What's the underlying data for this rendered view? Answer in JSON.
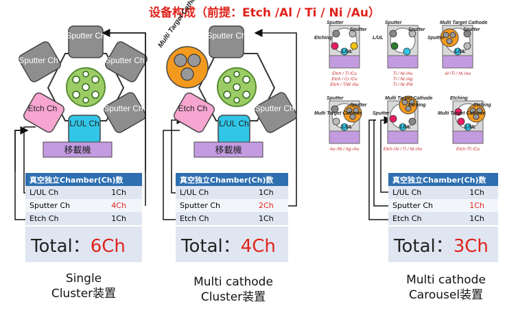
{
  "title": "设备构成（前提：Etch /Al / Ti / Ni /Au）",
  "panels": [
    {
      "labels": {
        "sputter_top": "Sputter Ch",
        "sputter_left": "Sputter Ch",
        "sputter_right": "Sputter Ch",
        "sputter_right_low": "Sputter Ch",
        "etch": "Etch Ch",
        "lul": "L/UL Ch",
        "transfer": "移載機"
      },
      "table": {
        "header": "真空独立Chamber(Ch)数",
        "rows": [
          {
            "name": "L/UL Ch",
            "count": "1Ch"
          },
          {
            "name": "Sputter Ch",
            "count": "4Ch"
          },
          {
            "name": "Etch Ch",
            "count": "1Ch"
          }
        ]
      },
      "total": {
        "label": "Total：",
        "value": "6Ch"
      },
      "caption": [
        "Single",
        "Cluster装置"
      ]
    },
    {
      "labels": {
        "sputter_top": "Sputter Ch",
        "sputter_right_low": "Sputter Ch",
        "multi_target": "Multi Target Cathode",
        "etch": "Etch Ch",
        "lul": "L/UL Ch",
        "transfer": "移載機"
      },
      "table": {
        "header": "真空独立Chamber(Ch)数",
        "rows": [
          {
            "name": "L/UL Ch",
            "count": "1Ch"
          },
          {
            "name": "Sputter Ch",
            "count": "2Ch"
          },
          {
            "name": "Etch Ch",
            "count": "1Ch"
          }
        ]
      },
      "total": {
        "label": "Total：",
        "value": "4Ch"
      },
      "caption": [
        "Multi cathode",
        "Cluster装置"
      ]
    },
    {
      "carousels": [
        {
          "labels": [
            "Sputter",
            "Sputter",
            "Etching",
            "L/UL"
          ],
          "materials": [
            "Etch / Ti /Cu",
            "Etch / Cr /Cu",
            "Etch / TiW /Au"
          ]
        },
        {
          "labels": [
            "Sputter",
            "Sputter",
            "L/UL"
          ],
          "materials": [
            "Ti / Ni /Au",
            "Ti / Ni /Ag",
            "Ti / Ni /Pd"
          ]
        },
        {
          "labels": [
            "Multi Target Cathode",
            "Sputter",
            "Sputter",
            "L/UL"
          ],
          "materials": [
            "Al /Ti / Ni /Au"
          ]
        },
        {
          "labels": [
            "Sputter",
            "Sputter",
            "Multi Target Cathode",
            "L/UL"
          ],
          "materials": [
            "Au /Ni / Ag /Au"
          ]
        },
        {
          "labels": [
            "Multi Target Cathode",
            "Etching",
            "Sputter",
            "L/UL"
          ],
          "materials": [
            "Etch /Al / Ti / Ni /Au"
          ]
        },
        {
          "labels": [
            "Etching",
            "Etching",
            "Multi Target Cathode",
            "L/UL"
          ],
          "materials": [
            "Etch /Ti /Cu"
          ]
        }
      ],
      "table": {
        "header": "真空独立Chamber(Ch)数",
        "rows": [
          {
            "name": "L/UL Ch",
            "count": "1Ch"
          },
          {
            "name": "Sputter Ch",
            "count": "1Ch"
          },
          {
            "name": "Etch Ch",
            "count": "1Ch"
          }
        ]
      },
      "total": {
        "label": "Total：",
        "value": "3Ch"
      },
      "caption": [
        "Multi cathode",
        "Carousel装置"
      ]
    }
  ]
}
